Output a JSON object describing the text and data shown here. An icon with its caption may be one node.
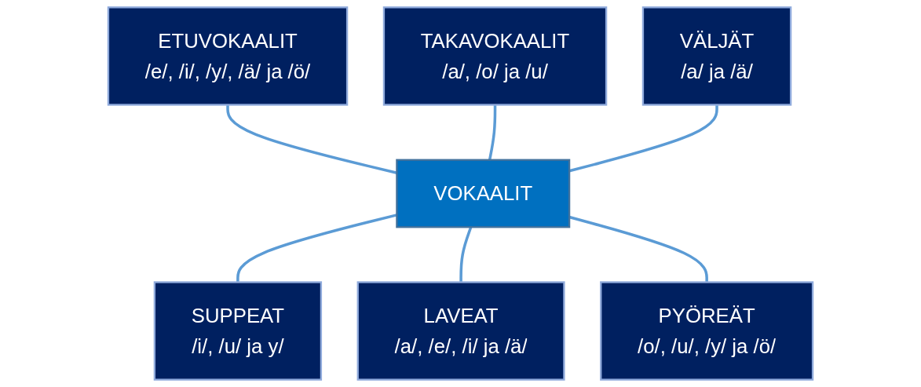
{
  "diagram": {
    "nodes": [
      {
        "text": [
          "VOKAALIT"
        ]
      },
      {
        "text": [
          "ETUVOKAALIT",
          "/e/, /i/, /y/, /ä/ ja /ö/"
        ]
      },
      {
        "text": [
          "TAKAVOKAALIT",
          "/a/, /o/ ja /u/"
        ]
      },
      {
        "text": [
          "VÄLJÄT",
          "/a/ ja /ä/"
        ]
      },
      {
        "text": [
          "SUPPEAT",
          "/i/, /u/ ja y/"
        ]
      },
      {
        "text": [
          "LAVEAT",
          "/a/, /e/, /i/ ja /ä/"
        ]
      },
      {
        "text": [
          "PYÖREÄT",
          "/o/, /u/, /y/ ja /ö/"
        ]
      }
    ],
    "edges": [
      {
        "from": 1,
        "to": 0,
        "arrow": "none"
      },
      {
        "from": 2,
        "to": 0,
        "arrow": "none"
      },
      {
        "from": 3,
        "to": 0,
        "arrow": "none"
      },
      {
        "from": 0,
        "to": 4,
        "arrow": "none"
      },
      {
        "from": 0,
        "to": 5,
        "arrow": "none"
      },
      {
        "from": 0,
        "to": 6,
        "arrow": "none"
      }
    ]
  }
}
